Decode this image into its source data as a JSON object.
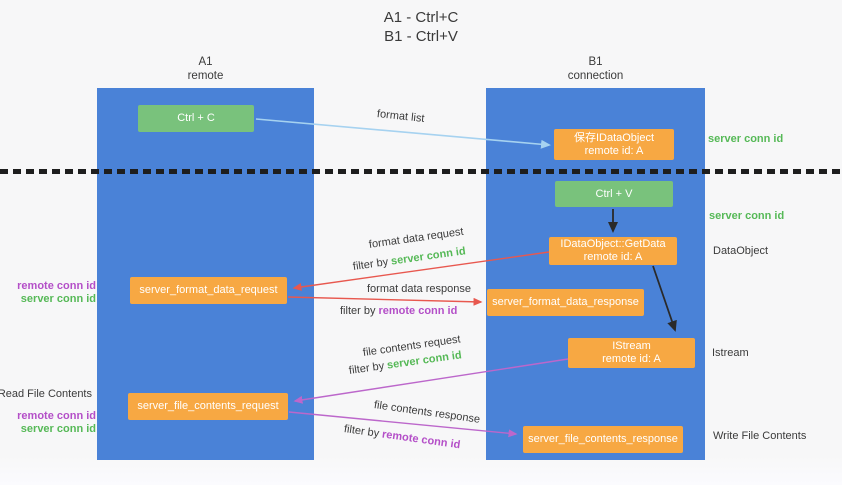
{
  "title": {
    "line1": "A1 - Ctrl+C",
    "line2": "B1 - Ctrl+V"
  },
  "lanes": {
    "left": {
      "title": "A1",
      "subtitle": "remote"
    },
    "right": {
      "title": "B1",
      "subtitle": "connection"
    }
  },
  "nodes": {
    "ctrl_c": {
      "label": "Ctrl + C"
    },
    "save_idataobject": {
      "line1": "保存IDataObject",
      "line2": "remote id: A"
    },
    "ctrl_v": {
      "label": "Ctrl + V"
    },
    "getdata": {
      "line1": "IDataObject::GetData",
      "line2": "remote id: A"
    },
    "format_request": {
      "label": "server_format_data_request"
    },
    "format_response": {
      "label": "server_format_data_response"
    },
    "istream": {
      "line1": "IStream",
      "line2": "remote id: A"
    },
    "file_request": {
      "label": "server_file_contents_request"
    },
    "file_response": {
      "label": "server_file_contents_response"
    }
  },
  "edges": {
    "format_list": {
      "label": "format list"
    },
    "format_request": {
      "label": "format data request",
      "filter_prefix": "filter by",
      "filter_key": "server conn id"
    },
    "format_response": {
      "label": "format data response",
      "filter_prefix": "filter by",
      "filter_key": "remote conn id"
    },
    "file_request": {
      "label": "file contents request",
      "filter_prefix": "filter by",
      "filter_key": "server conn id"
    },
    "file_response": {
      "label": "file contents response",
      "filter_prefix": "filter by",
      "filter_key": "remote conn id"
    }
  },
  "annotations": {
    "right": {
      "server_conn_id_top": "server conn id",
      "server_conn_id_mid": "server conn id",
      "dataobject": "DataObject",
      "istream": "Istream",
      "write_file_contents": "Write File Contents"
    },
    "left": {
      "remote_conn_id_top": "remote conn id",
      "server_conn_id_top": "server conn id",
      "read_file_contents": "Read File Contents",
      "remote_conn_id_bottom": "remote conn id",
      "server_conn_id_bottom": "server conn id"
    }
  },
  "colors": {
    "lane_blue": "#4a82d7",
    "node_green": "#79c27c",
    "node_orange": "#f7a843",
    "accent_green": "#56b957",
    "accent_purple": "#b44fc8",
    "arrow_red": "#e8584f",
    "arrow_pink": "#bc67cb",
    "arrow_light_blue": "#a6d2f0",
    "arrow_black": "#2a2a2a"
  }
}
